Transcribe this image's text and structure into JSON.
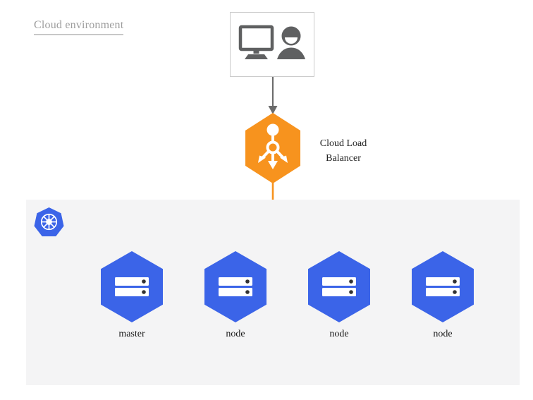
{
  "diagram": {
    "title": "Cloud environment",
    "colors": {
      "load_balancer_orange": "#f7931e",
      "node_blue": "#3b64e8",
      "k8s_blue": "#3b64e8",
      "panel_gray": "#f4f4f5",
      "client_border_gray": "#cccccc",
      "client_icon_gray": "#5f6061",
      "arrow_gray": "#6b6b6b",
      "title_gray": "#9d9d9d"
    },
    "client": {
      "icon": "user-with-monitor-icon"
    },
    "load_balancer": {
      "label_line1": "Cloud Load",
      "label_line2": "Balancer",
      "icon": "load-balancer-distribute-icon"
    },
    "kubernetes_panel": {
      "logo_icon": "kubernetes-helm-icon"
    },
    "nodes": [
      {
        "id": "master",
        "label": "master",
        "icon": "server-icon"
      },
      {
        "id": "node-1",
        "label": "node",
        "icon": "server-icon"
      },
      {
        "id": "node-2",
        "label": "node",
        "icon": "server-icon"
      },
      {
        "id": "node-3",
        "label": "node",
        "icon": "server-icon"
      }
    ],
    "connectors": {
      "client_to_lb": "gray-arrow-down",
      "lb_to_nodes": "orange-branching-arrows"
    }
  }
}
